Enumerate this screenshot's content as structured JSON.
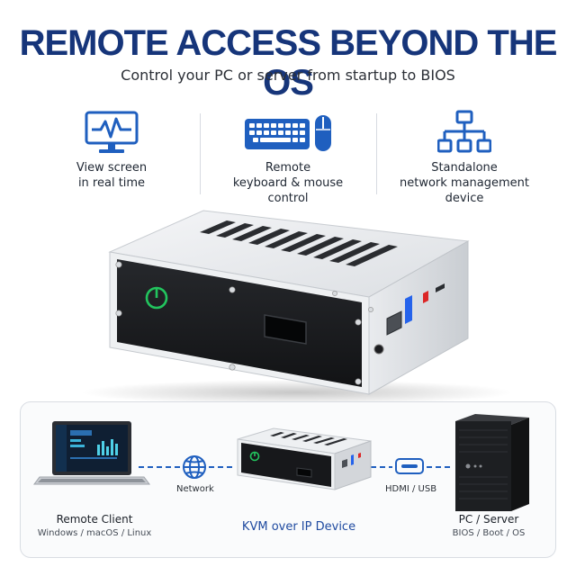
{
  "header": {
    "title": "REMOTE ACCESS BEYOND THE OS",
    "subtitle": "Control your PC or server from startup to BIOS"
  },
  "features": [
    {
      "icon": "monitor-pulse-icon",
      "label": "View screen\nin real time"
    },
    {
      "icon": "keyboard-mouse-icon",
      "label": "Remote\nkeyboard & mouse\ncontrol"
    },
    {
      "icon": "network-tree-icon",
      "label": "Standalone\nnetwork management\ndevice"
    }
  ],
  "diagram": {
    "client": {
      "title": "Remote Client",
      "subtitle": "Windows / macOS / Linux"
    },
    "network_label": "Network",
    "device_label": "KVM over IP Device",
    "hdmi_usb_label": "HDMI / USB",
    "server": {
      "title": "PC / Server",
      "subtitle": "BIOS / Boot / OS"
    }
  },
  "colors": {
    "title_blue": "#16357a",
    "icon_blue": "#1f5fbf",
    "power_green": "#22c55e",
    "usb_blue": "#2563eb",
    "usb_red": "#dc2626"
  }
}
